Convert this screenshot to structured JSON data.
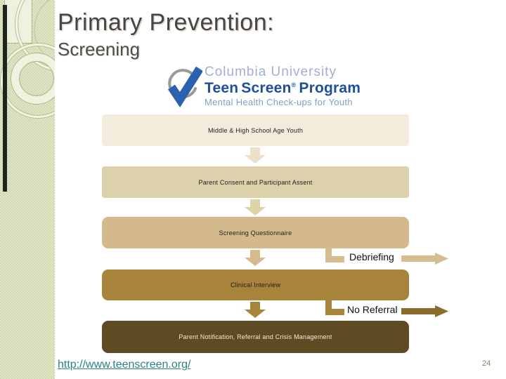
{
  "slide": {
    "title": "Primary Prevention:",
    "subtitle": "Screening",
    "link": "http://www.teenscreen.org/",
    "page_number": "24"
  },
  "logo": {
    "line1": "Columbia University",
    "line2_word1": "Teen",
    "line2_word2": "Screen",
    "line2_reg": "®",
    "line2_word3": "Program",
    "line3": "Mental Health Check-ups for Youth",
    "colors": {
      "line1_blue": "#9cb1d2",
      "line2_blue": "#1d4f9e",
      "line3_blue": "#7fa0c6",
      "check_blue": "#2a62ae",
      "circle_gray": "#9a9a96"
    }
  },
  "flowchart": {
    "boxes": [
      {
        "label": "Middle & High School Age Youth",
        "bg": "#f3ecdc",
        "text_color": "#1f1f1f"
      },
      {
        "label": "Parent Consent and Participant Assent",
        "bg": "#ddd1ab",
        "text_color": "#1f1f1f"
      },
      {
        "label": "Screening Questionnaire",
        "bg": "#d3b98b",
        "text_color": "#1f1f1f"
      },
      {
        "label": "Clinical Interview",
        "bg": "#a8833c",
        "text_color": "#1f1f1f"
      },
      {
        "label": "Parent Notification, Referral and Crisis Management",
        "bg": "#5e4a23",
        "text_color": "#f3ecda"
      }
    ],
    "down_arrow_colors": [
      "#ebe1c8",
      "#ded2a6",
      "#d4ba8d",
      "#a8833c"
    ],
    "branches": [
      {
        "label": "Debriefing",
        "connector_color": "#d6bd90",
        "arrow_color": "#d6bd90"
      },
      {
        "label": "No Referral",
        "connector_color": "#a8833c",
        "arrow_color": "#8a6c2d"
      }
    ]
  },
  "theme": {
    "sidebar_green": "#dce2c1",
    "sidebar_dark_line": "#1c261c",
    "title_color": "#4a4440",
    "link_color": "#2b8383"
  }
}
